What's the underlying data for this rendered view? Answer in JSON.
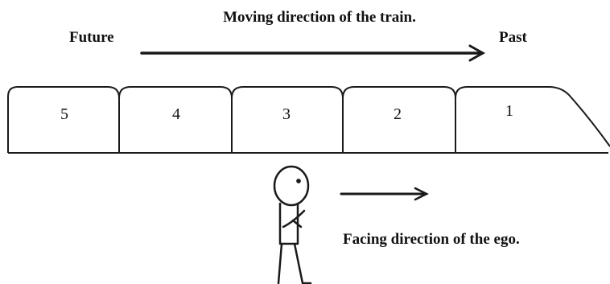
{
  "labels": {
    "moving_direction": "Moving direction of the train.",
    "future": "Future",
    "past": "Past",
    "facing_direction": "Facing direction of the ego."
  },
  "train": {
    "cars": [
      {
        "number": "5"
      },
      {
        "number": "4"
      },
      {
        "number": "3"
      },
      {
        "number": "2"
      },
      {
        "number": "1"
      }
    ]
  },
  "colors": {
    "stroke": "#1a1a1a",
    "background": "#ffffff"
  }
}
